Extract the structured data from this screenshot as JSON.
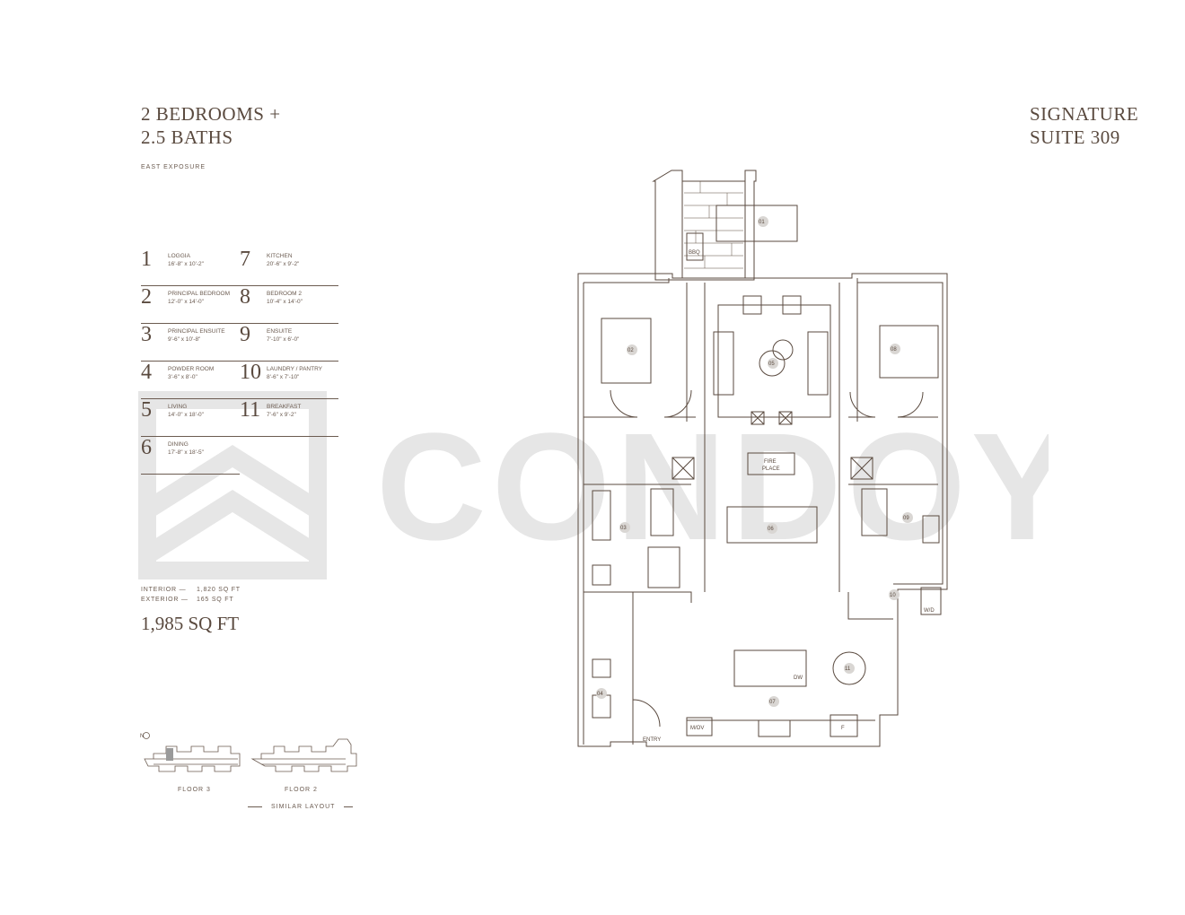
{
  "header": {
    "title_line1": "2 BEDROOMS +",
    "title_line2": "2.5 BATHS",
    "exposure": "EAST EXPOSURE",
    "suite_line1": "SIGNATURE",
    "suite_line2": "SUITE 309"
  },
  "rooms": [
    {
      "num": "1",
      "name": "LOGGIA",
      "dim": "16'-8\" x 10'-2\""
    },
    {
      "num": "2",
      "name": "PRINCIPAL BEDROOM",
      "dim": "12'-0\" x 14'-0\""
    },
    {
      "num": "3",
      "name": "PRINCIPAL ENSUITE",
      "dim": "9'-6\" x 10'-8\""
    },
    {
      "num": "4",
      "name": "POWDER ROOM",
      "dim": "3'-6\" x 8'-0\""
    },
    {
      "num": "5",
      "name": "LIVING",
      "dim": "14'-0\" x 18'-0\""
    },
    {
      "num": "6",
      "name": "DINING",
      "dim": "17'-8\" x 18'-5\""
    },
    {
      "num": "7",
      "name": "KITCHEN",
      "dim": "20'-6\" x 9'-2\""
    },
    {
      "num": "8",
      "name": "BEDROOM 2",
      "dim": "10'-4\" x 14'-0\""
    },
    {
      "num": "9",
      "name": "ENSUITE",
      "dim": "7'-10\" x 6'-0\""
    },
    {
      "num": "10",
      "name": "LAUNDRY / PANTRY",
      "dim": "8'-6\" x 7'-10\""
    },
    {
      "num": "11",
      "name": "BREAKFAST",
      "dim": "7'-6\" x 9'-2\""
    }
  ],
  "area": {
    "interior_label": "INTERIOR —",
    "interior_value": "1,820 SQ FT",
    "exterior_label": "EXTERIOR —",
    "exterior_value": "165 SQ FT",
    "total": "1,985 SQ FT"
  },
  "keyplan": {
    "north": "N",
    "floor3": "FLOOR 3",
    "floor2": "FLOOR 2",
    "similar": "SIMILAR LAYOUT"
  },
  "watermark": "CONDOY",
  "plan_labels": {
    "r01": "01",
    "r02": "02",
    "r03": "03",
    "r04": "04",
    "r05": "05",
    "r06": "06",
    "r07": "07",
    "r08": "08",
    "r09": "09",
    "r10": "10",
    "r11": "11",
    "bbq": "BBQ",
    "fireplace1": "FIRE",
    "fireplace2": "PLACE",
    "mov": "M/OV",
    "fridge": "F",
    "dw": "DW",
    "wd": "W/D",
    "entry": "ENTRY"
  },
  "colors": {
    "ink": "#5a4a3f",
    "line": "#6b5b50",
    "watermark": "#e6e6e6",
    "marker": "#d9d6d3"
  }
}
